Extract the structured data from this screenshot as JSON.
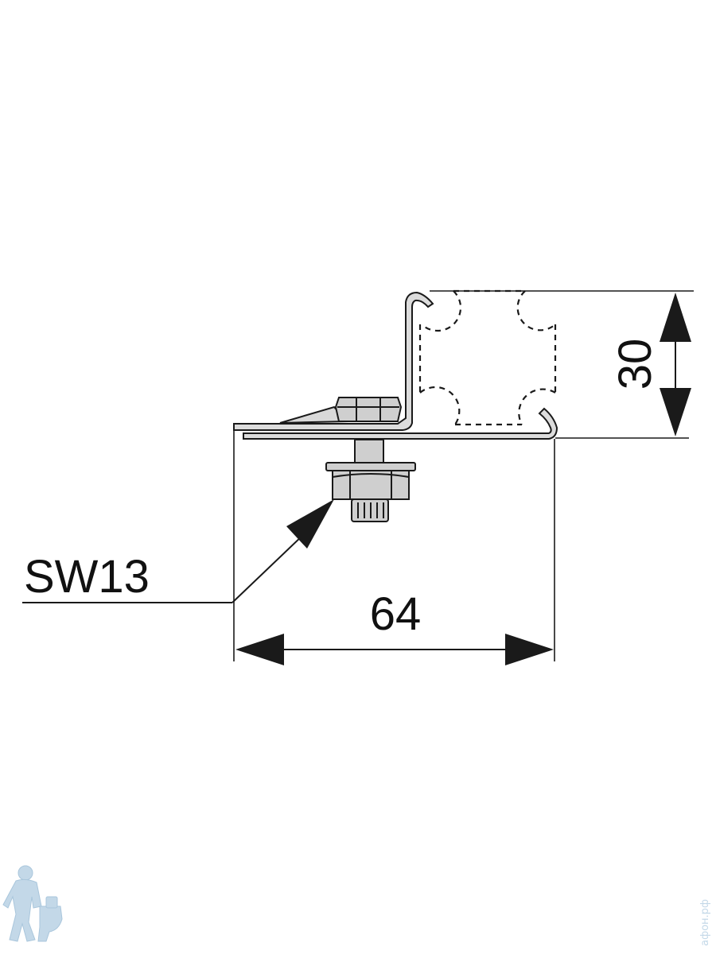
{
  "diagram": {
    "labels": {
      "wrench_size": "SW13",
      "width_dimension": "64",
      "height_dimension": "30"
    },
    "watermark": {
      "site_text": "афон.рф"
    },
    "colors": {
      "line": "#1a1a1a",
      "metal_fill": "#d9d9d9",
      "bolt_fill": "#cfcfcf",
      "watermark": "#c3d8e8"
    }
  }
}
